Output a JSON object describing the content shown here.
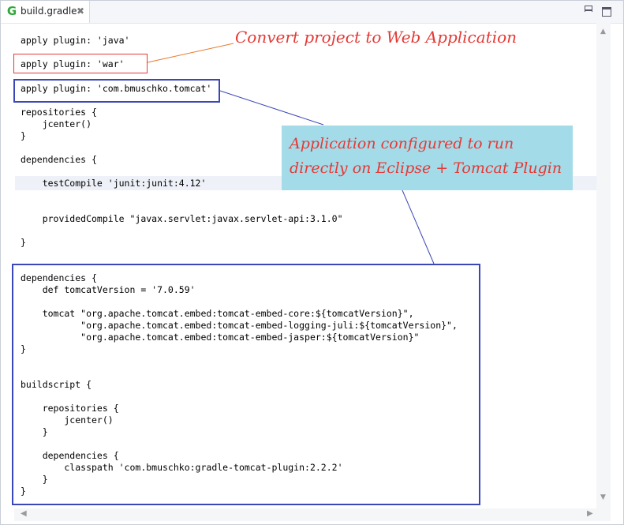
{
  "tab": {
    "icon": "gradle-g-icon",
    "icon_glyph": "G",
    "label": "build.gradle",
    "close_glyph": "✖"
  },
  "window": {
    "minimize_icon": "minimize-icon",
    "maximize_icon": "maximize-icon"
  },
  "code": {
    "plugin_java": "apply plugin: 'java'",
    "plugin_war": "apply plugin: 'war'",
    "plugin_tomcat": "apply plugin: 'com.bmuschko.tomcat'",
    "repositories_block": "repositories {\n    jcenter()\n}",
    "dependencies_open": "dependencies {",
    "test_compile": "    testCompile 'junit:junit:4.12'",
    "provided_compile": "    providedCompile \"javax.servlet:javax.servlet-api:3.1.0\"",
    "dependencies_close": "}",
    "tomcat_dependencies_block": "dependencies {\n    def tomcatVersion = '7.0.59'\n\n    tomcat \"org.apache.tomcat.embed:tomcat-embed-core:${tomcatVersion}\",\n           \"org.apache.tomcat.embed:tomcat-embed-logging-juli:${tomcatVersion}\",\n           \"org.apache.tomcat.embed:tomcat-embed-jasper:${tomcatVersion}\"\n}",
    "buildscript_block": "buildscript {\n\n    repositories {\n        jcenter()\n    }\n\n    dependencies {\n        classpath 'com.bmuschko:gradle-tomcat-plugin:2.2.2'\n    }\n}"
  },
  "annotations": {
    "war_note": "Convert project to Web Application",
    "tomcat_note_line1": "Application configured to run",
    "tomcat_note_line2": "directly on Eclipse + Tomcat Plugin"
  },
  "colors": {
    "annotation_red": "#e53935",
    "highlight_blue": "#3b46b8",
    "callout_bg": "#a3dbe9",
    "connector_orange": "#e87a2e",
    "gradle_green": "#2fa83a"
  }
}
